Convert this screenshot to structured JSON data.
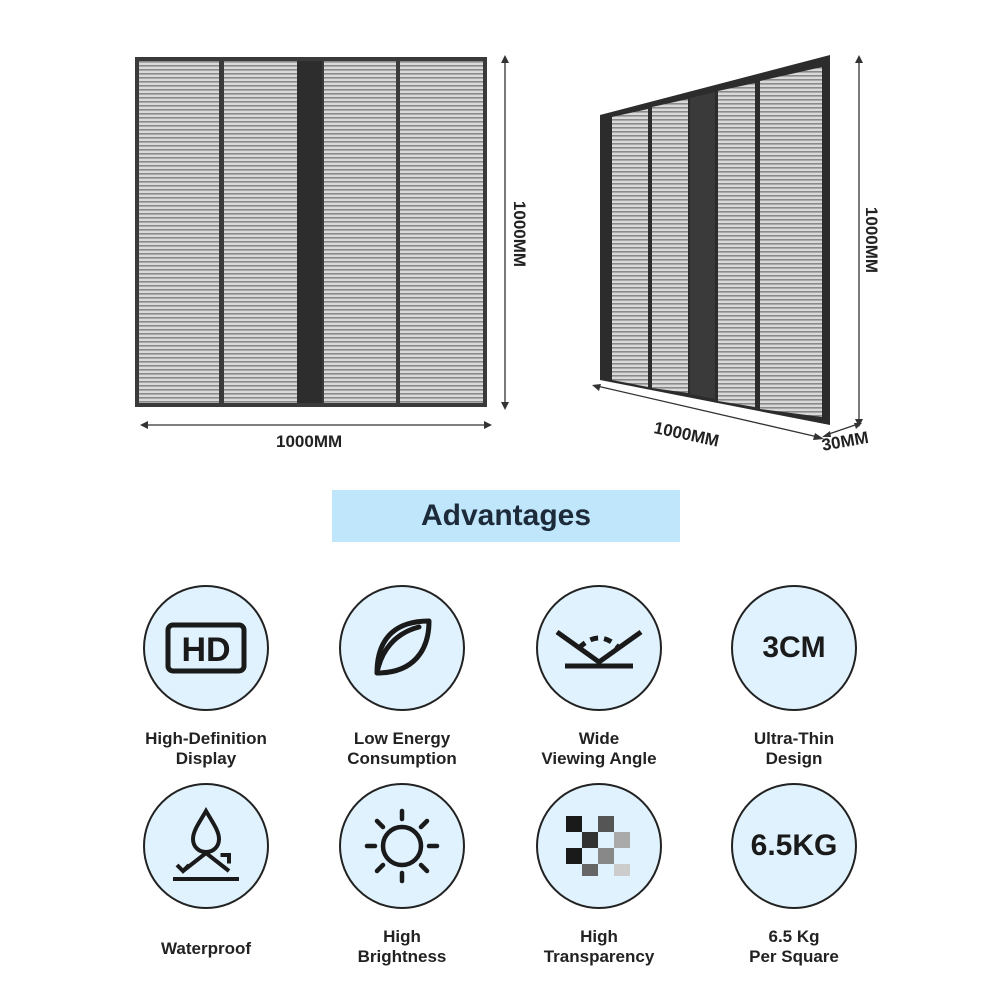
{
  "dimensions": {
    "front_width": "1000MM",
    "front_height": "1000MM",
    "side_width": "1000MM",
    "side_height": "1000MM",
    "side_depth": "30MM"
  },
  "advantages": {
    "title": "Advantages",
    "items": [
      {
        "icon": "hd-icon",
        "line1": "High-Definition",
        "line2": "Display"
      },
      {
        "icon": "leaf-icon",
        "line1": "Low Energy",
        "line2": "Consumption"
      },
      {
        "icon": "viewing-angle-icon",
        "line1": "Wide",
        "line2": "Viewing Angle"
      },
      {
        "icon": "thickness-icon",
        "badge": "3CM",
        "line1": "Ultra-Thin",
        "line2": "Design"
      },
      {
        "icon": "water-drop-icon",
        "line1": "Waterproof",
        "line2": ""
      },
      {
        "icon": "sun-icon",
        "line1": "High",
        "line2": "Brightness"
      },
      {
        "icon": "transparency-icon",
        "line1": "High",
        "line2": "Transparency"
      },
      {
        "icon": "weight-icon",
        "badge": "6.5KG",
        "line1": "6.5 Kg",
        "line2": "Per Square"
      }
    ]
  }
}
